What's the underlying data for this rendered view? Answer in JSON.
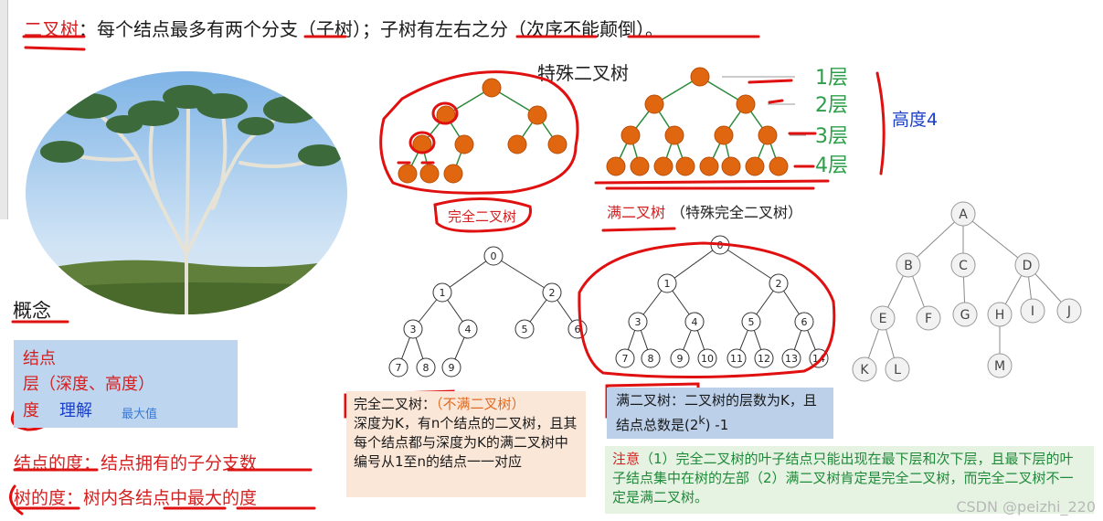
{
  "title": {
    "term": "二叉树",
    "sep": "：",
    "part1": "每个结点最多有两个",
    "part2": "分支",
    "part3": "（子树）；子树有",
    "part4": "左右之分",
    "part5": "（次序不能颠倒）",
    "part6": "。"
  },
  "special": {
    "heading": "特殊二叉树",
    "levels": [
      "1层",
      "2层",
      "3层",
      "4层"
    ],
    "height": "高度4",
    "complete_caption": "完全二叉树",
    "full_caption": "满二叉树",
    "full_caption_note": "（特殊完全二叉树）"
  },
  "numbered_tree": {
    "nodes": [
      "0",
      "1",
      "2",
      "3",
      "4",
      "5",
      "6",
      "7",
      "8",
      "9",
      "10",
      "11",
      "12",
      "13",
      "14"
    ]
  },
  "letter_tree": {
    "nodes": [
      "A",
      "B",
      "C",
      "D",
      "E",
      "F",
      "G",
      "H",
      "I",
      "J",
      "K",
      "L",
      "M"
    ]
  },
  "concept": {
    "heading": "概念",
    "items": [
      "结点",
      "层（深度、高度）",
      "度"
    ],
    "understand": "理解",
    "max_value": "最大值"
  },
  "definitions": [
    {
      "term": "结点的度",
      "sep": "：",
      "text": "结点拥有的子分支数"
    },
    {
      "term": "树的度",
      "sep": "：",
      "text": "树内各结点中最大的度"
    }
  ],
  "box_complete": {
    "title": "完全二叉树：",
    "note": "（不满二叉树）",
    "body": "深度为K，有n个结点的二叉树，且其每个结点都与深度为K的满二叉树中编号从1至n的结点一一对应"
  },
  "box_full": {
    "title": "满二叉树：",
    "body": "二叉树的层数为K，且结点总数是(2",
    "sup": "k",
    "tail": ") -1"
  },
  "box_note": {
    "label": "注意",
    "body": "（1）完全二叉树的叶子结点只能出现在最下层和次下层，且最下层的叶子结点集中在树的左部（2）满二叉树肯定是完全二叉树，而完全二叉树不一定是满二叉树。"
  },
  "watermark": "CSDN @peizhi_220",
  "colors": {
    "accent_red": "#d42020",
    "node_orange": "#e0670f",
    "level_green": "#2e9e4a",
    "blue": "#1a3fc7"
  }
}
